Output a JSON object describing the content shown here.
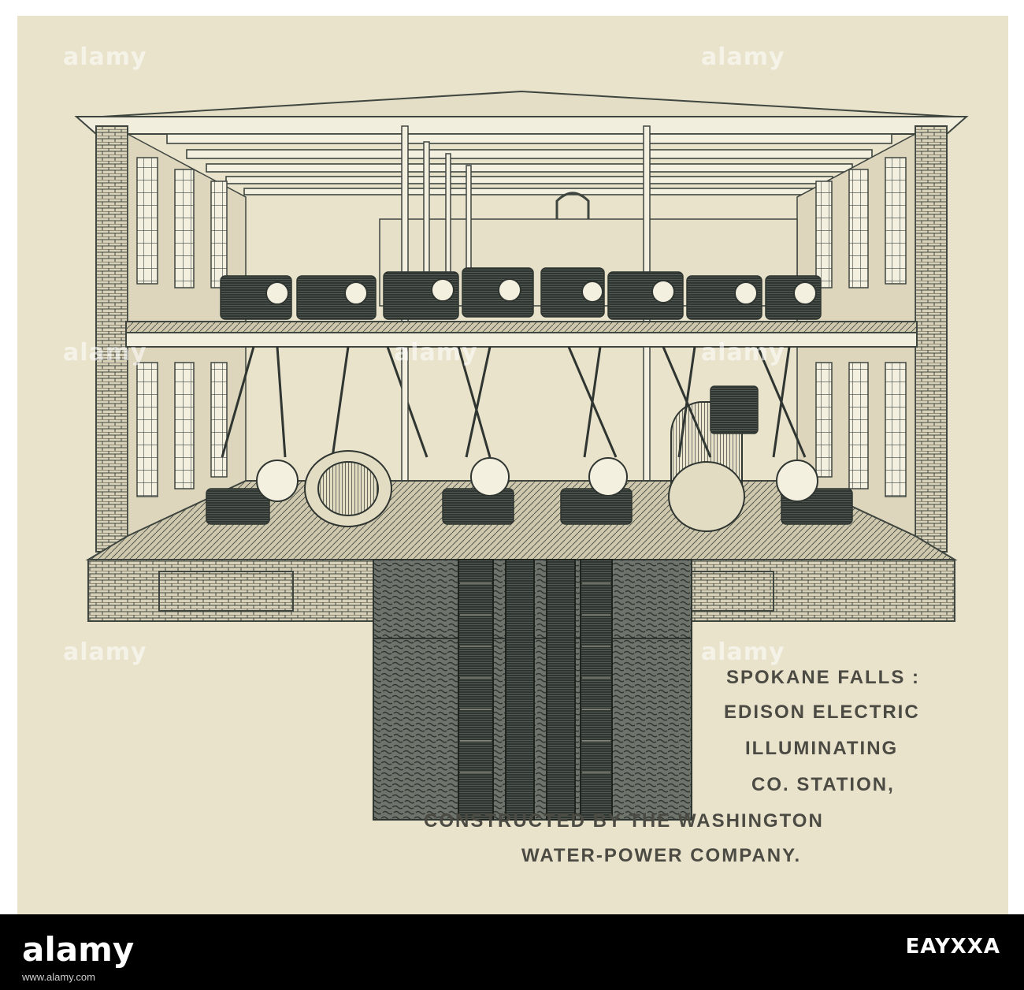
{
  "caption": {
    "lines": [
      "SPOKANE FALLS :",
      "EDISON ELECTRIC",
      "ILLUMINATING",
      "CO. STATION,",
      "CONSTRUCTED BY THE WASHINGTON",
      "WATER-POWER COMPANY."
    ]
  },
  "watermark": {
    "text": "alamy"
  },
  "footer": {
    "logo": "alamy",
    "image_id": "EAYXXA",
    "url": "www.alamy.com"
  },
  "colors": {
    "paper": "#e9e3cc",
    "ink": "#3f4640",
    "caption_ink": "#4b4a43",
    "footer": "#000000"
  }
}
